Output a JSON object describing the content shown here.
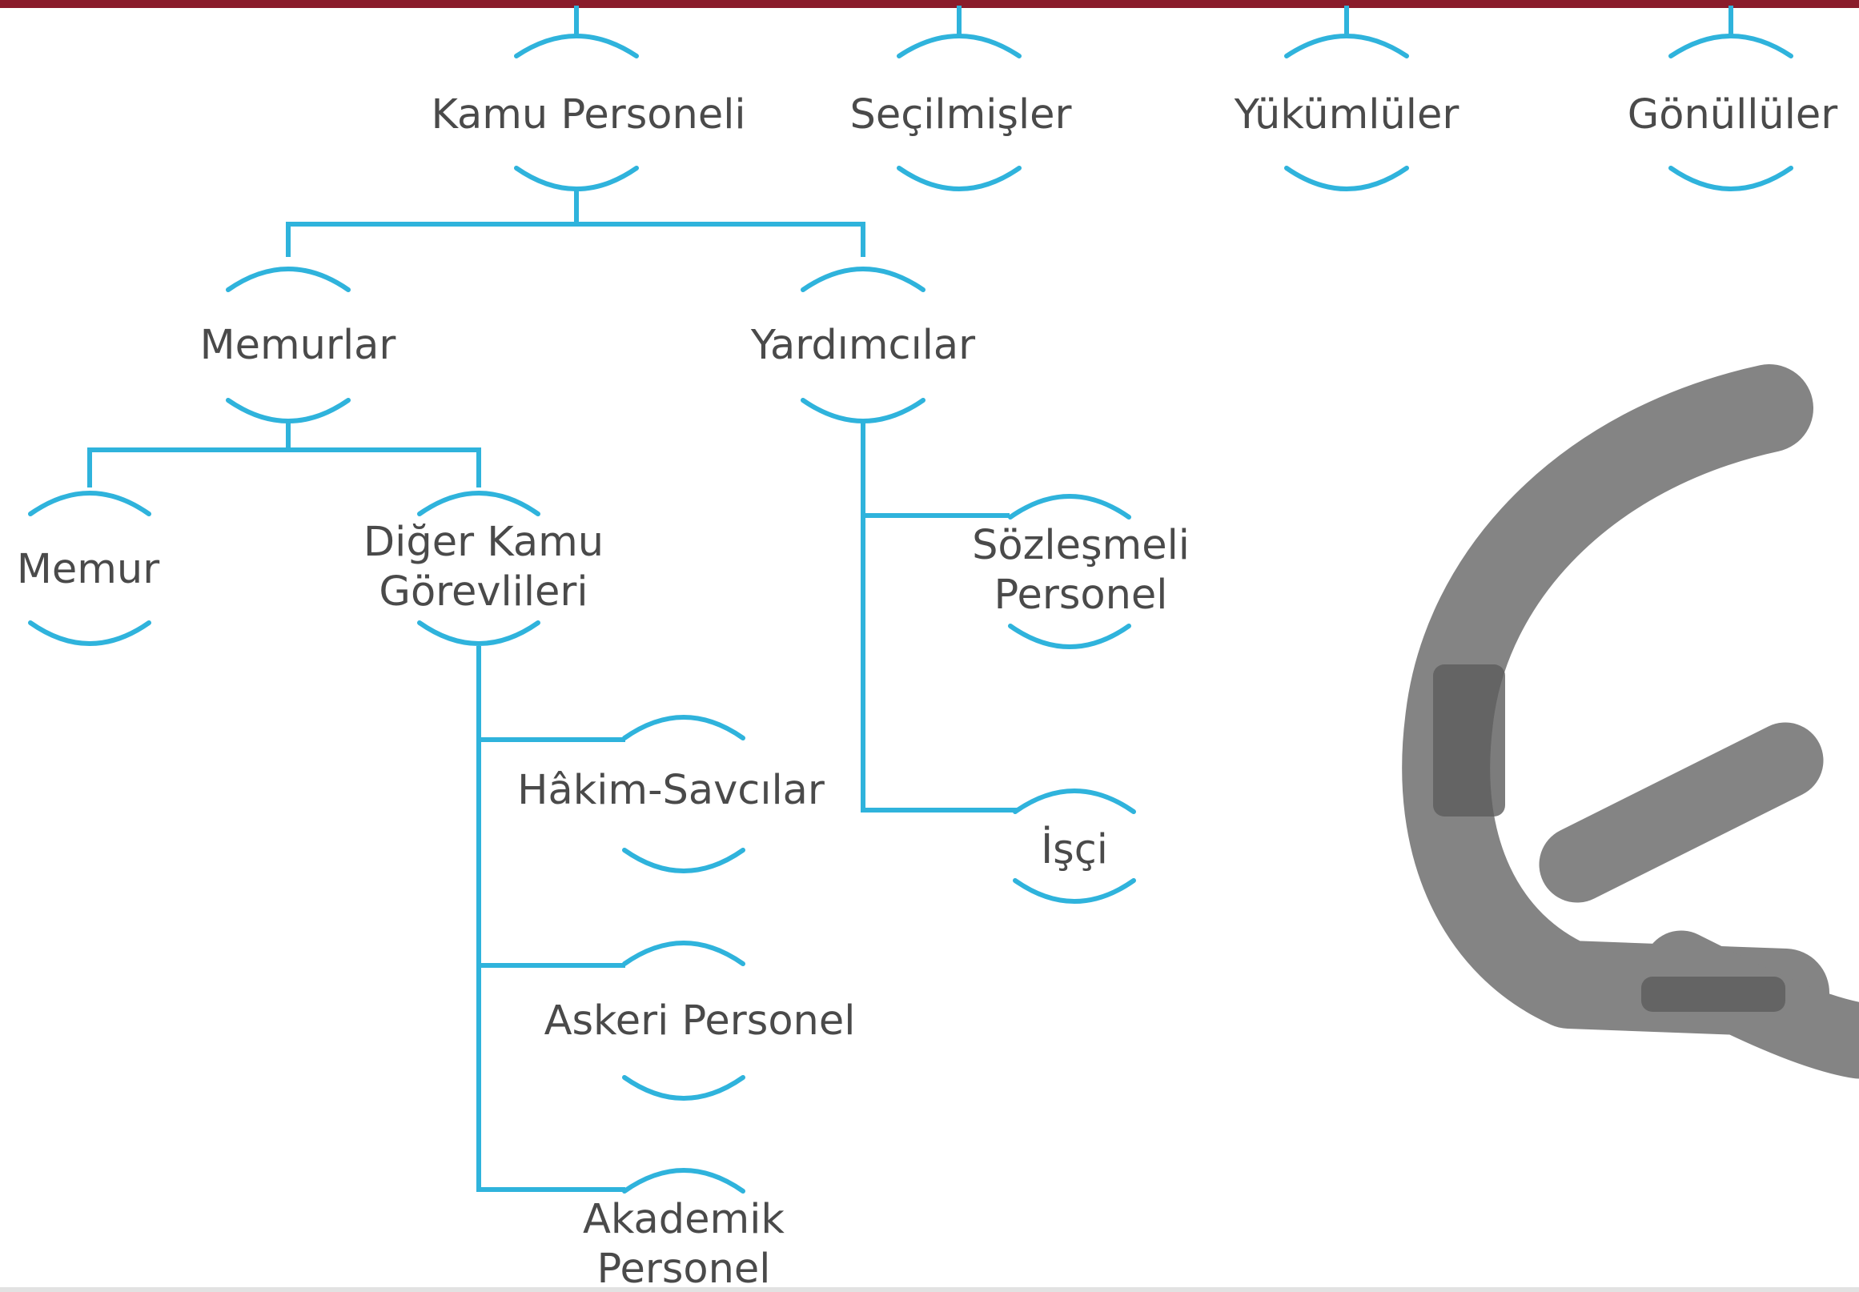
{
  "colors": {
    "accent": "#2fb3dc",
    "text": "#4a4a4a",
    "top_bar": "#8a1c2b",
    "logo": "#555555"
  },
  "logo_icon": "brush-stroke-logo-icon",
  "nodes": {
    "kamu_personeli": [
      "Kamu Personeli"
    ],
    "secilmisler": [
      "Seçilmişler"
    ],
    "yukumluler": [
      "Yükümlüler"
    ],
    "gonulluler": [
      "Gönüllüler"
    ],
    "memurlar": [
      "Memurlar"
    ],
    "yardimcilar": [
      "Yardımcılar"
    ],
    "memur": [
      "Memur"
    ],
    "diger_kamu_gorevlileri": [
      "Diğer Kamu",
      "Görevlileri"
    ],
    "sozlesmeli_personel": [
      "Sözleşmeli",
      "Personel"
    ],
    "isci": [
      "İşçi"
    ],
    "hakim_savcilar": [
      "Hâkim-Savcılar"
    ],
    "askeri_personel": [
      "Askeri Personel"
    ],
    "akademik_personel": [
      "Akademik",
      "Personel"
    ]
  }
}
